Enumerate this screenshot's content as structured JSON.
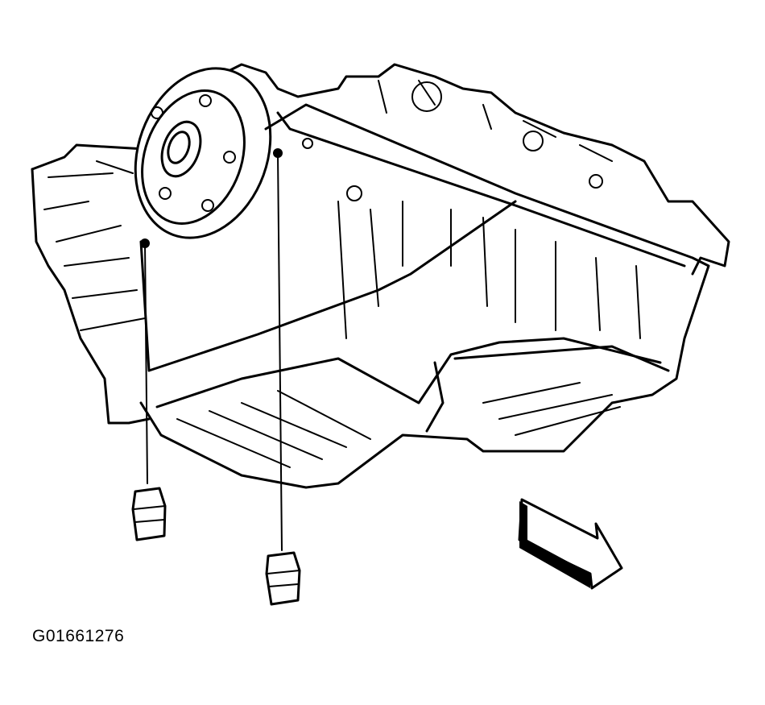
{
  "figure": {
    "id": "G01661276",
    "colors": {
      "line": "#000000",
      "background": "#ffffff"
    },
    "parts": [
      "engine-block",
      "oil-pan",
      "crankshaft-rear-flange",
      "oil-pan-bolt-left",
      "oil-pan-bolt-right",
      "front-direction-arrow"
    ]
  }
}
